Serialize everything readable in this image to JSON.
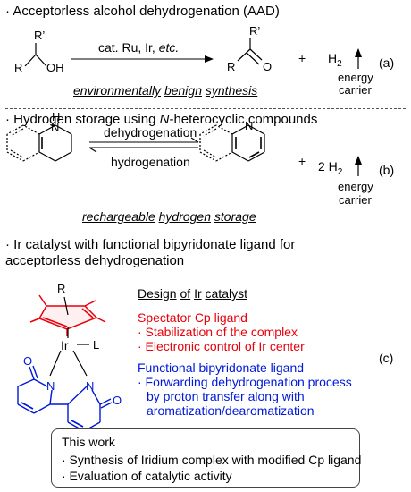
{
  "section_a": {
    "heading": "· Acceptorless alcohol dehydrogenation (AAD)",
    "r_prime_left": "R’",
    "r_left": "R",
    "oh": "OH",
    "catalyst_prefix": "cat. Ru, Ir, ",
    "catalyst_etc": "etc.",
    "r_prime_right": "R’",
    "r_right": "R",
    "o_right": "O",
    "plus": "+",
    "h2": "H",
    "h2_sub": "2",
    "energy": "energy",
    "carrier": "carrier",
    "tag": "(a)",
    "tagline": [
      "environmentally",
      "benign",
      "synthesis"
    ]
  },
  "section_b": {
    "heading_prefix": "· Hydrogen storage using ",
    "heading_n": "N",
    "heading_suffix": "-heterocyclic compounds",
    "nh": "H",
    "n_left": "N",
    "dehydrogenation": "dehydrogenation",
    "hydrogenation": "hydrogenation",
    "n_right": "N",
    "plus": "+",
    "h2": "2 H",
    "h2_sub": "2",
    "energy": "energy",
    "carrier": "carrier",
    "tag": "(b)",
    "tagline": [
      "rechargeable",
      "hydrogen",
      "storage"
    ]
  },
  "section_c": {
    "heading_line1": "· Ir catalyst with functional bipyridonate ligand for",
    "heading_line2": "acceptorless dehydrogenation",
    "r_label": "R",
    "ir_label": "Ir",
    "l_label": "L",
    "o_top": "O",
    "n_left": "N",
    "n_right": "N",
    "o_right": "O",
    "design_title": [
      "Design",
      "of",
      "Ir",
      "catalyst"
    ],
    "spectator_title": "Spectator Cp ligand",
    "spectator_items": [
      "· Stabilization of the complex",
      "· Electronic control of Ir center"
    ],
    "functional_title": "Functional bipyridonate ligand",
    "functional_items": [
      "· Forwarding dehydrogenation process",
      "by proton transfer along with",
      "aromatization/dearomatization"
    ],
    "tag": "(c)"
  },
  "this_work": {
    "title": "This work",
    "items": [
      "· Synthesis of Iridium complex with modified Cp ligand",
      "· Evaluation of catalytic activity"
    ]
  },
  "colors": {
    "red": "#e8000b",
    "blue": "#0018d8",
    "black": "#000000"
  }
}
